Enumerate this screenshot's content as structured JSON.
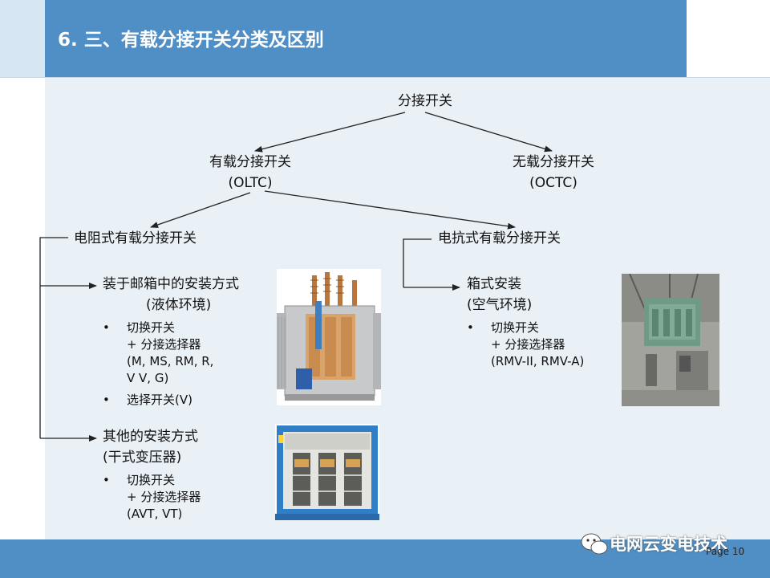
{
  "slide": {
    "title": "6.  三、有载分接开关分类及区别",
    "page_label": "Page 10",
    "watermark": "电网云变电技术"
  },
  "tree": {
    "root": "分接开关",
    "oltc_line1": "有载分接开关",
    "oltc_line2": "(OLTC)",
    "octc_line1": "无载分接开关",
    "octc_line2": "(OCTC)",
    "resistive": "电阻式有载分接开关",
    "reactive": "电抗式有载分接开关"
  },
  "oil_tank": {
    "heading_line1": "装于邮箱中的安装方式",
    "heading_line2": "(液体环境)",
    "bullet1_line1": "切换开关",
    "bullet1_line2": "+ 分接选择器",
    "bullet1_line3": "(M, MS, RM, R,",
    "bullet1_line4": "V V, G)",
    "bullet2": "选择开关(V)"
  },
  "other": {
    "heading_line1": "其他的安装方式",
    "heading_line2": "(干式变压器)",
    "bullet1_line1": "切换开关",
    "bullet1_line2": "+ 分接选择器",
    "bullet1_line3": "(AVT, VT)"
  },
  "box": {
    "heading_line1": "箱式安装",
    "heading_line2": "(空气环境)",
    "bullet1_line1": "切换开关",
    "bullet1_line2": "+ 分接选择器",
    "bullet1_line3": "(RMV-II, RMV-A)"
  },
  "bullet_glyph": "•",
  "colors": {
    "title_bar": "#4f8fc6",
    "panel": "#e9f0f6",
    "connector": "#222222"
  }
}
